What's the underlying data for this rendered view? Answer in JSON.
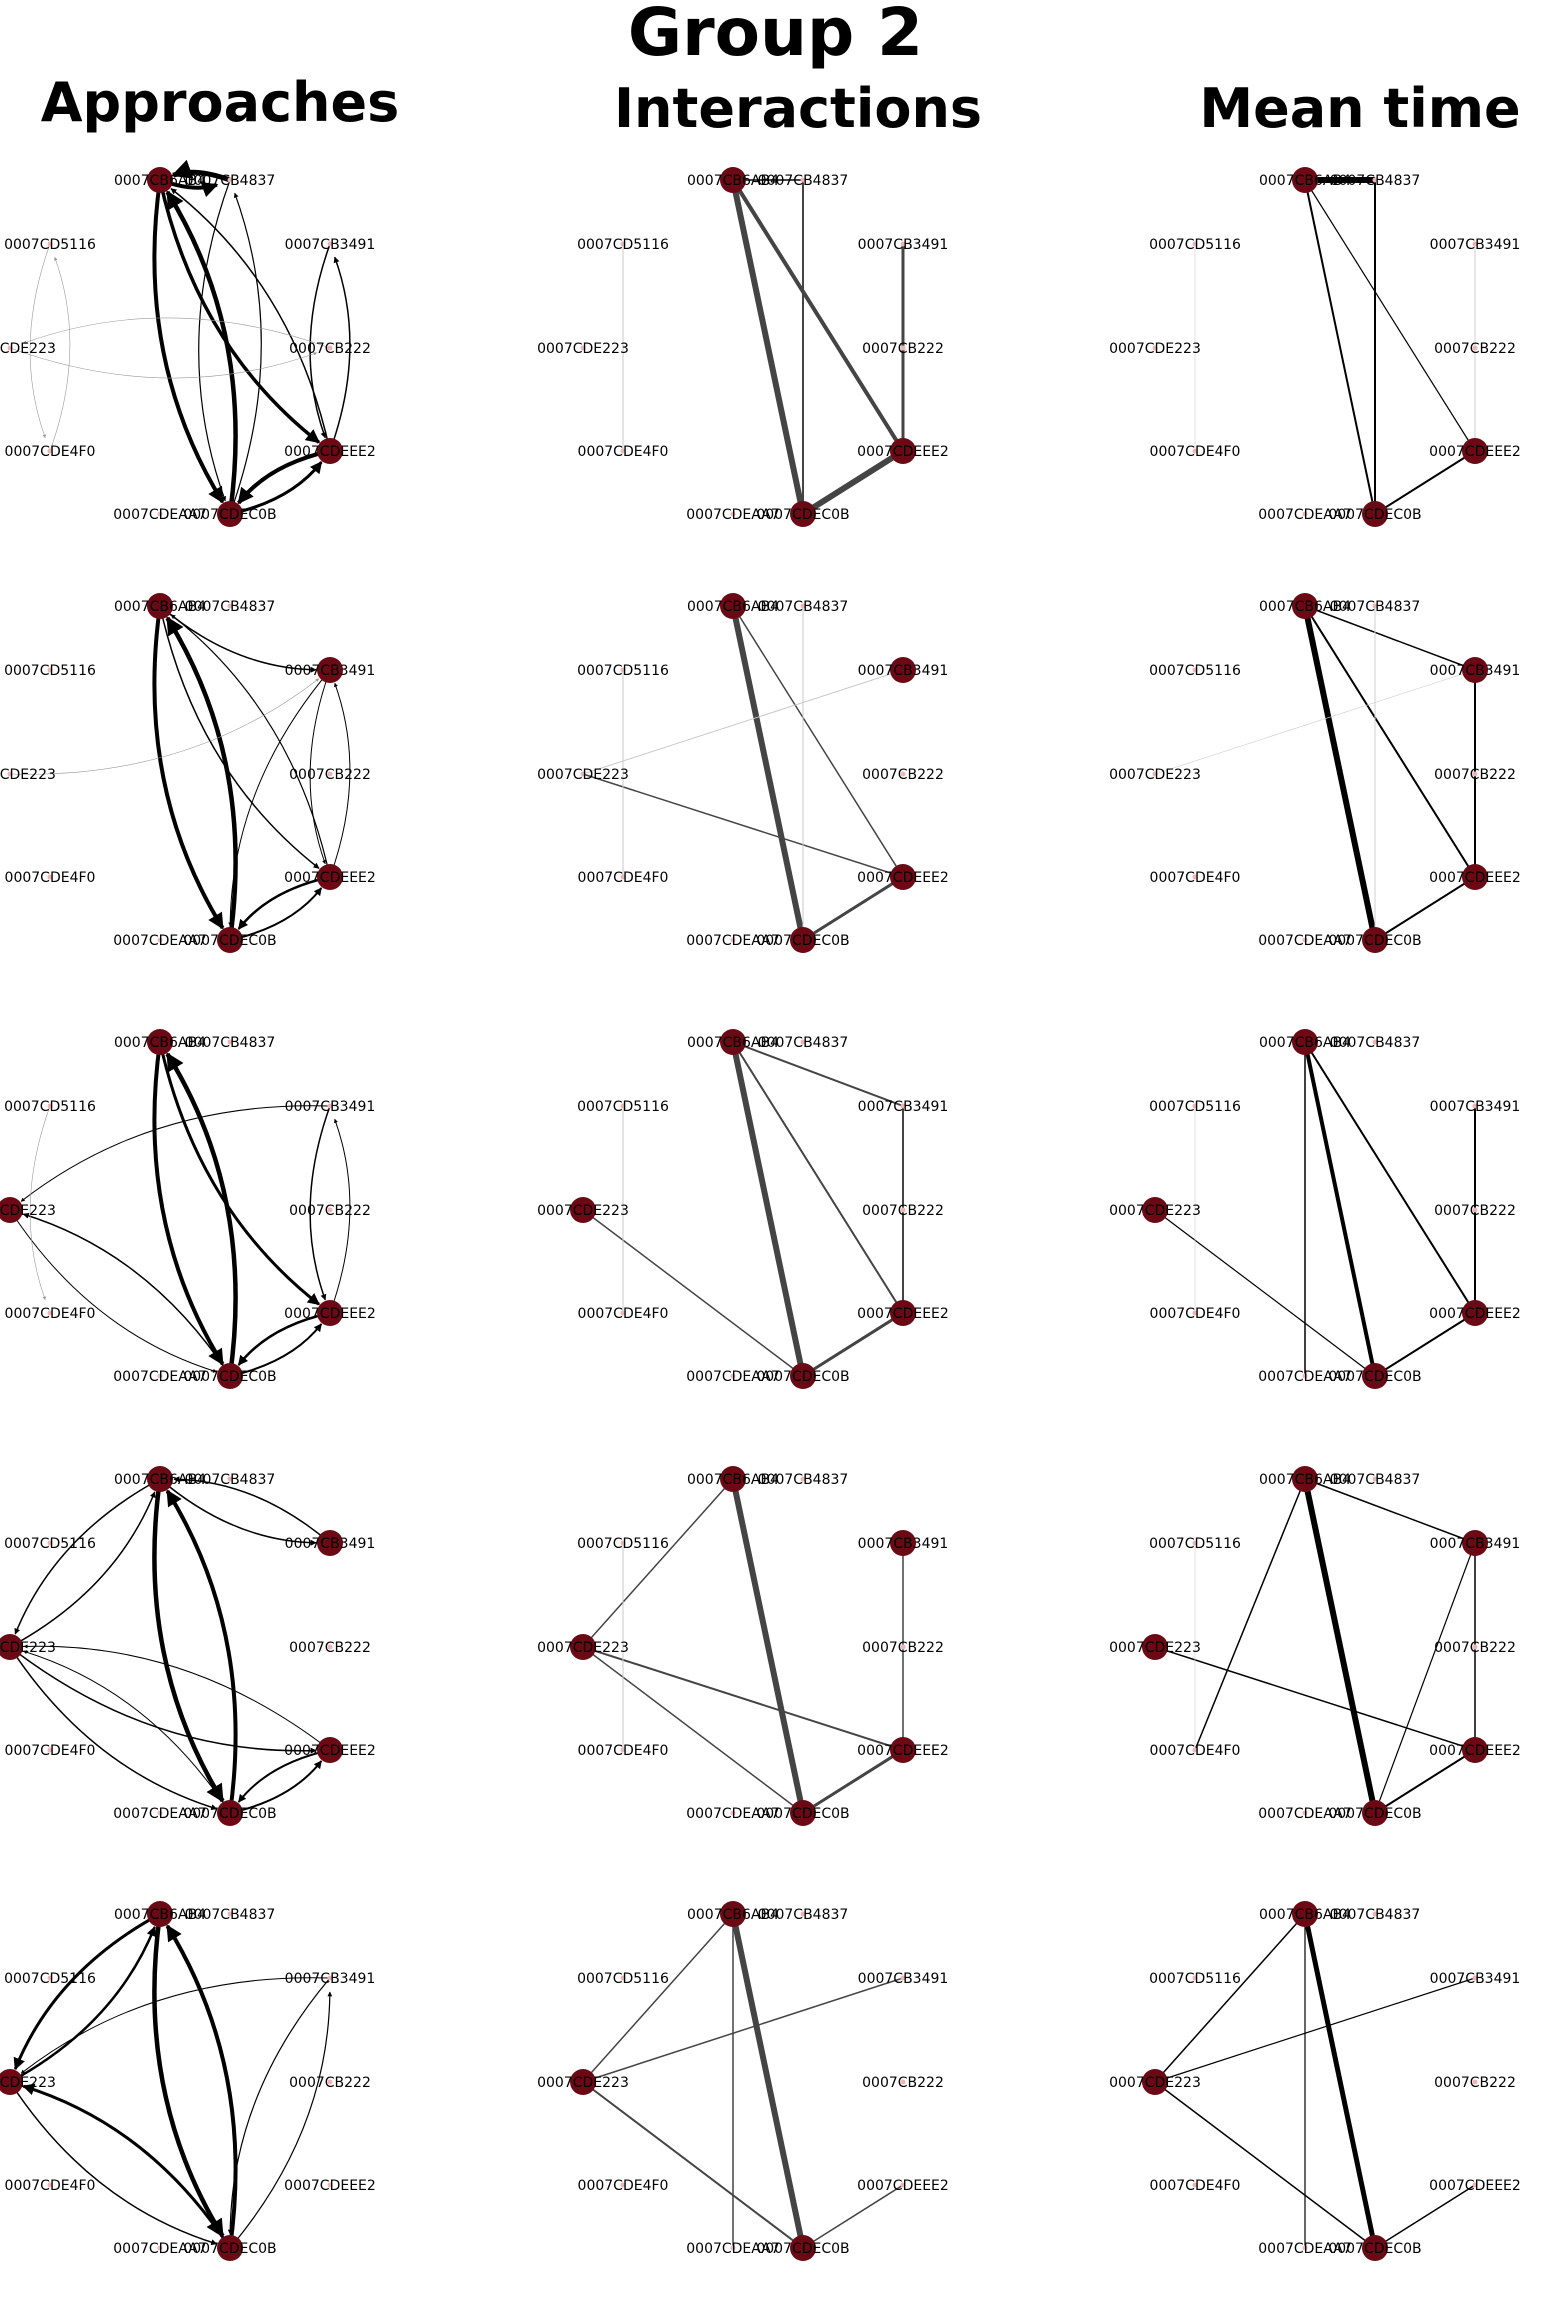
{
  "title": "Group 2",
  "columns": [
    "Approaches",
    "Interactions",
    "Mean time"
  ],
  "colors": {
    "node": "#6b0a14",
    "dot": "#f0b4b4"
  },
  "nodes": [
    "0007CB6AB4",
    "0007CB4837",
    "0007CD5116",
    "0007CB3491",
    "0007CDE223",
    "0007CB222",
    "0007CDE4F0",
    "0007CDEEE2",
    "0007CDEAA7",
    "0007CDEC0B"
  ],
  "rows": [
    {
      "approaches": [
        {
          "from": 0,
          "to": 1,
          "w": 4.0
        },
        {
          "from": 1,
          "to": 0,
          "w": 5.0
        },
        {
          "from": 0,
          "to": 9,
          "w": 4.0
        },
        {
          "from": 9,
          "to": 0,
          "w": 4.5
        },
        {
          "from": 0,
          "to": 7,
          "w": 3.5
        },
        {
          "from": 7,
          "to": 0,
          "w": 1.5
        },
        {
          "from": 1,
          "to": 9,
          "w": 1.2
        },
        {
          "from": 9,
          "to": 1,
          "w": 1.2
        },
        {
          "from": 7,
          "to": 9,
          "w": 4.0
        },
        {
          "from": 9,
          "to": 7,
          "w": 3.0
        },
        {
          "from": 7,
          "to": 3,
          "w": 1.5
        },
        {
          "from": 3,
          "to": 7,
          "w": 1.5
        },
        {
          "from": 2,
          "to": 6,
          "w": 0.6,
          "grey": true
        },
        {
          "from": 6,
          "to": 2,
          "w": 0.6,
          "grey": true
        },
        {
          "from": 4,
          "to": 5,
          "w": 0.6,
          "grey": true
        },
        {
          "from": 5,
          "to": 4,
          "w": 0.6,
          "grey": true
        }
      ],
      "interactions": [
        {
          "a": 0,
          "b": 9,
          "w": 6
        },
        {
          "a": 0,
          "b": 7,
          "w": 4
        },
        {
          "a": 7,
          "b": 9,
          "w": 6
        },
        {
          "a": 0,
          "b": 1,
          "w": 2
        },
        {
          "a": 1,
          "b": 9,
          "w": 2
        },
        {
          "a": 3,
          "b": 7,
          "w": 3
        },
        {
          "a": 2,
          "b": 6,
          "w": 1,
          "grey": true
        }
      ],
      "meantime": [
        {
          "a": 0,
          "b": 1,
          "w": 6
        },
        {
          "a": 0,
          "b": 9,
          "w": 2
        },
        {
          "a": 0,
          "b": 7,
          "w": 1.2
        },
        {
          "a": 1,
          "b": 9,
          "w": 2
        },
        {
          "a": 7,
          "b": 9,
          "w": 2
        },
        {
          "a": 3,
          "b": 7,
          "w": 1,
          "grey": true
        },
        {
          "a": 2,
          "b": 6,
          "w": 0.6,
          "grey": true
        }
      ],
      "active": [
        0,
        7,
        9
      ]
    },
    {
      "approaches": [
        {
          "from": 0,
          "to": 9,
          "w": 4.0
        },
        {
          "from": 9,
          "to": 0,
          "w": 4.5
        },
        {
          "from": 0,
          "to": 3,
          "w": 1.5
        },
        {
          "from": 0,
          "to": 7,
          "w": 1.5
        },
        {
          "from": 7,
          "to": 0,
          "w": 1.2
        },
        {
          "from": 3,
          "to": 9,
          "w": 1.0
        },
        {
          "from": 3,
          "to": 7,
          "w": 1.0
        },
        {
          "from": 7,
          "to": 3,
          "w": 1.0
        },
        {
          "from": 7,
          "to": 9,
          "w": 2.5
        },
        {
          "from": 9,
          "to": 7,
          "w": 2.0
        },
        {
          "from": 4,
          "to": 3,
          "w": 0.6,
          "grey": true
        }
      ],
      "interactions": [
        {
          "a": 0,
          "b": 9,
          "w": 6
        },
        {
          "a": 0,
          "b": 7,
          "w": 1.5
        },
        {
          "a": 7,
          "b": 9,
          "w": 3
        },
        {
          "a": 4,
          "b": 3,
          "w": 1,
          "grey": true
        },
        {
          "a": 4,
          "b": 7,
          "w": 1.5
        },
        {
          "a": 1,
          "b": 9,
          "w": 1,
          "grey": true
        },
        {
          "a": 2,
          "b": 6,
          "w": 1,
          "grey": true
        }
      ],
      "meantime": [
        {
          "a": 0,
          "b": 9,
          "w": 6
        },
        {
          "a": 0,
          "b": 3,
          "w": 1.5
        },
        {
          "a": 0,
          "b": 7,
          "w": 2
        },
        {
          "a": 3,
          "b": 7,
          "w": 2
        },
        {
          "a": 7,
          "b": 9,
          "w": 2
        },
        {
          "a": 1,
          "b": 9,
          "w": 1,
          "grey": true
        },
        {
          "a": 4,
          "b": 3,
          "w": 0.6,
          "grey": true
        }
      ],
      "active": [
        0,
        3,
        7,
        9
      ]
    },
    {
      "approaches": [
        {
          "from": 0,
          "to": 9,
          "w": 4.0
        },
        {
          "from": 9,
          "to": 0,
          "w": 4.5
        },
        {
          "from": 0,
          "to": 7,
          "w": 3.0
        },
        {
          "from": 7,
          "to": 9,
          "w": 2.5
        },
        {
          "from": 9,
          "to": 7,
          "w": 2.0
        },
        {
          "from": 3,
          "to": 7,
          "w": 1.5
        },
        {
          "from": 7,
          "to": 3,
          "w": 1.0
        },
        {
          "from": 3,
          "to": 4,
          "w": 1.0
        },
        {
          "from": 9,
          "to": 4,
          "w": 1.5
        },
        {
          "from": 4,
          "to": 9,
          "w": 1.0
        },
        {
          "from": 2,
          "to": 6,
          "w": 0.6,
          "grey": true
        }
      ],
      "interactions": [
        {
          "a": 0,
          "b": 9,
          "w": 6
        },
        {
          "a": 0,
          "b": 3,
          "w": 2
        },
        {
          "a": 0,
          "b": 7,
          "w": 2
        },
        {
          "a": 3,
          "b": 7,
          "w": 2
        },
        {
          "a": 7,
          "b": 9,
          "w": 3
        },
        {
          "a": 4,
          "b": 9,
          "w": 1.5
        },
        {
          "a": 2,
          "b": 6,
          "w": 1,
          "grey": true
        }
      ],
      "meantime": [
        {
          "a": 0,
          "b": 9,
          "w": 4
        },
        {
          "a": 0,
          "b": 7,
          "w": 2
        },
        {
          "a": 0,
          "b": 8,
          "w": 1.5
        },
        {
          "a": 3,
          "b": 7,
          "w": 2
        },
        {
          "a": 7,
          "b": 9,
          "w": 2
        },
        {
          "a": 4,
          "b": 9,
          "w": 1.2
        },
        {
          "a": 2,
          "b": 6,
          "w": 0.6,
          "grey": true
        }
      ],
      "active": [
        0,
        4,
        7,
        9
      ]
    },
    {
      "approaches": [
        {
          "from": 0,
          "to": 9,
          "w": 4.5
        },
        {
          "from": 9,
          "to": 0,
          "w": 4.0
        },
        {
          "from": 0,
          "to": 3,
          "w": 1.5
        },
        {
          "from": 3,
          "to": 0,
          "w": 1.5
        },
        {
          "from": 0,
          "to": 4,
          "w": 1.5
        },
        {
          "from": 4,
          "to": 0,
          "w": 1.5
        },
        {
          "from": 4,
          "to": 7,
          "w": 1.5
        },
        {
          "from": 7,
          "to": 4,
          "w": 1.0
        },
        {
          "from": 4,
          "to": 9,
          "w": 1.5
        },
        {
          "from": 9,
          "to": 4,
          "w": 1.0
        },
        {
          "from": 7,
          "to": 9,
          "w": 2.0
        },
        {
          "from": 9,
          "to": 7,
          "w": 2.0
        }
      ],
      "interactions": [
        {
          "a": 0,
          "b": 9,
          "w": 6
        },
        {
          "a": 0,
          "b": 4,
          "w": 1.5
        },
        {
          "a": 4,
          "b": 7,
          "w": 2
        },
        {
          "a": 4,
          "b": 9,
          "w": 1.5
        },
        {
          "a": 7,
          "b": 9,
          "w": 3
        },
        {
          "a": 3,
          "b": 7,
          "w": 1.5
        },
        {
          "a": 2,
          "b": 6,
          "w": 1,
          "grey": true
        }
      ],
      "meantime": [
        {
          "a": 0,
          "b": 9,
          "w": 6
        },
        {
          "a": 0,
          "b": 3,
          "w": 1.5
        },
        {
          "a": 0,
          "b": 6,
          "w": 1.5
        },
        {
          "a": 3,
          "b": 7,
          "w": 1.5
        },
        {
          "a": 3,
          "b": 9,
          "w": 1.2
        },
        {
          "a": 4,
          "b": 7,
          "w": 1.5
        },
        {
          "a": 7,
          "b": 9,
          "w": 2
        },
        {
          "a": 2,
          "b": 6,
          "w": 0.6,
          "grey": true
        }
      ],
      "active": [
        0,
        3,
        4,
        7,
        9
      ]
    },
    {
      "approaches": [
        {
          "from": 0,
          "to": 9,
          "w": 4.5
        },
        {
          "from": 9,
          "to": 0,
          "w": 4.0
        },
        {
          "from": 0,
          "to": 4,
          "w": 3.0
        },
        {
          "from": 4,
          "to": 0,
          "w": 2.5
        },
        {
          "from": 9,
          "to": 4,
          "w": 3.0
        },
        {
          "from": 4,
          "to": 9,
          "w": 1.5
        },
        {
          "from": 3,
          "to": 4,
          "w": 1.0
        },
        {
          "from": 3,
          "to": 9,
          "w": 1.2
        },
        {
          "from": 9,
          "to": 3,
          "w": 1.2
        }
      ],
      "interactions": [
        {
          "a": 0,
          "b": 9,
          "w": 6
        },
        {
          "a": 0,
          "b": 4,
          "w": 1.5
        },
        {
          "a": 0,
          "b": 8,
          "w": 1.5
        },
        {
          "a": 4,
          "b": 3,
          "w": 1.5
        },
        {
          "a": 4,
          "b": 9,
          "w": 2
        },
        {
          "a": 7,
          "b": 9,
          "w": 1.5
        }
      ],
      "meantime": [
        {
          "a": 0,
          "b": 9,
          "w": 5
        },
        {
          "a": 0,
          "b": 4,
          "w": 1.5
        },
        {
          "a": 0,
          "b": 8,
          "w": 1.2
        },
        {
          "a": 4,
          "b": 3,
          "w": 1.2
        },
        {
          "a": 4,
          "b": 9,
          "w": 1.5
        },
        {
          "a": 7,
          "b": 9,
          "w": 1.5
        }
      ],
      "active": [
        0,
        4,
        9
      ]
    }
  ]
}
